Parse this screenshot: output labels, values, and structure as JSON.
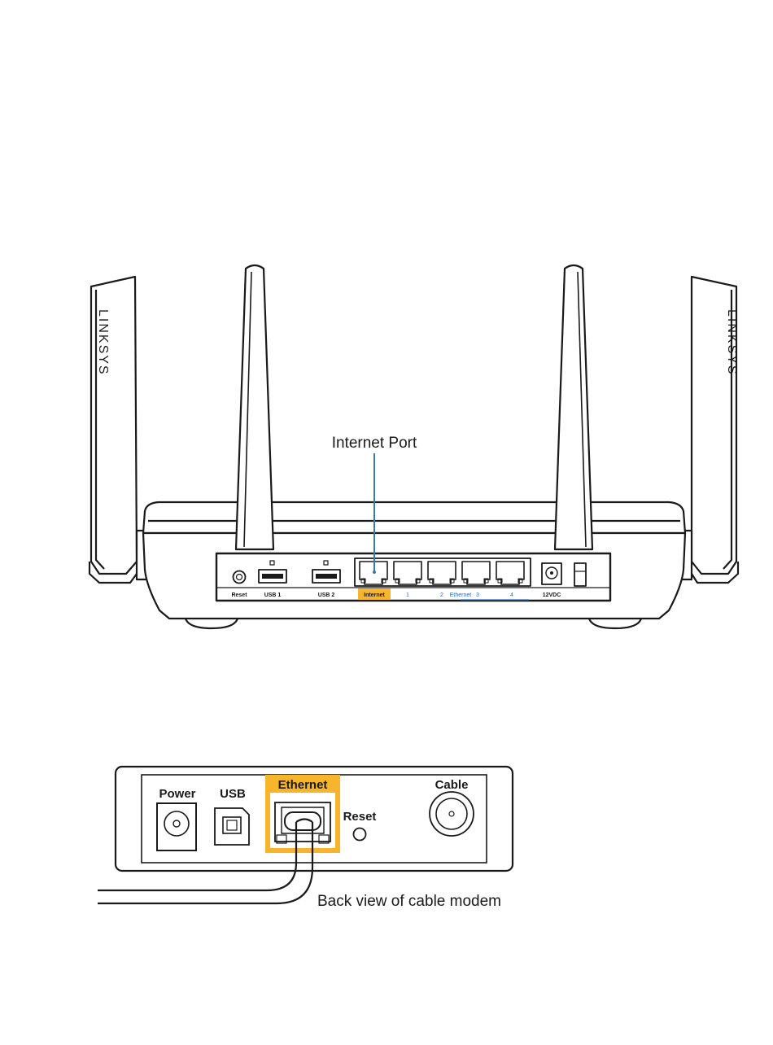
{
  "router": {
    "brand": "LINKSYS",
    "callout": "Internet Port",
    "ports": {
      "reset": "Reset",
      "usb1": "USB 1",
      "usb2": "USB 2",
      "internet": "Internet",
      "eth1": "1",
      "eth2": "2",
      "ethernet": "Ethernet",
      "eth3": "3",
      "eth4": "4",
      "power": "12VDC"
    }
  },
  "modem": {
    "power": "Power",
    "usb": "USB",
    "ethernet": "Ethernet",
    "reset": "Reset",
    "cable": "Cable",
    "caption": "Back view of cable modem"
  },
  "colors": {
    "highlight": "#f7b52b",
    "port_label_blue": "#2b6cc4",
    "callout_line": "#3b7aa8",
    "outline": "#1a1a1a"
  }
}
